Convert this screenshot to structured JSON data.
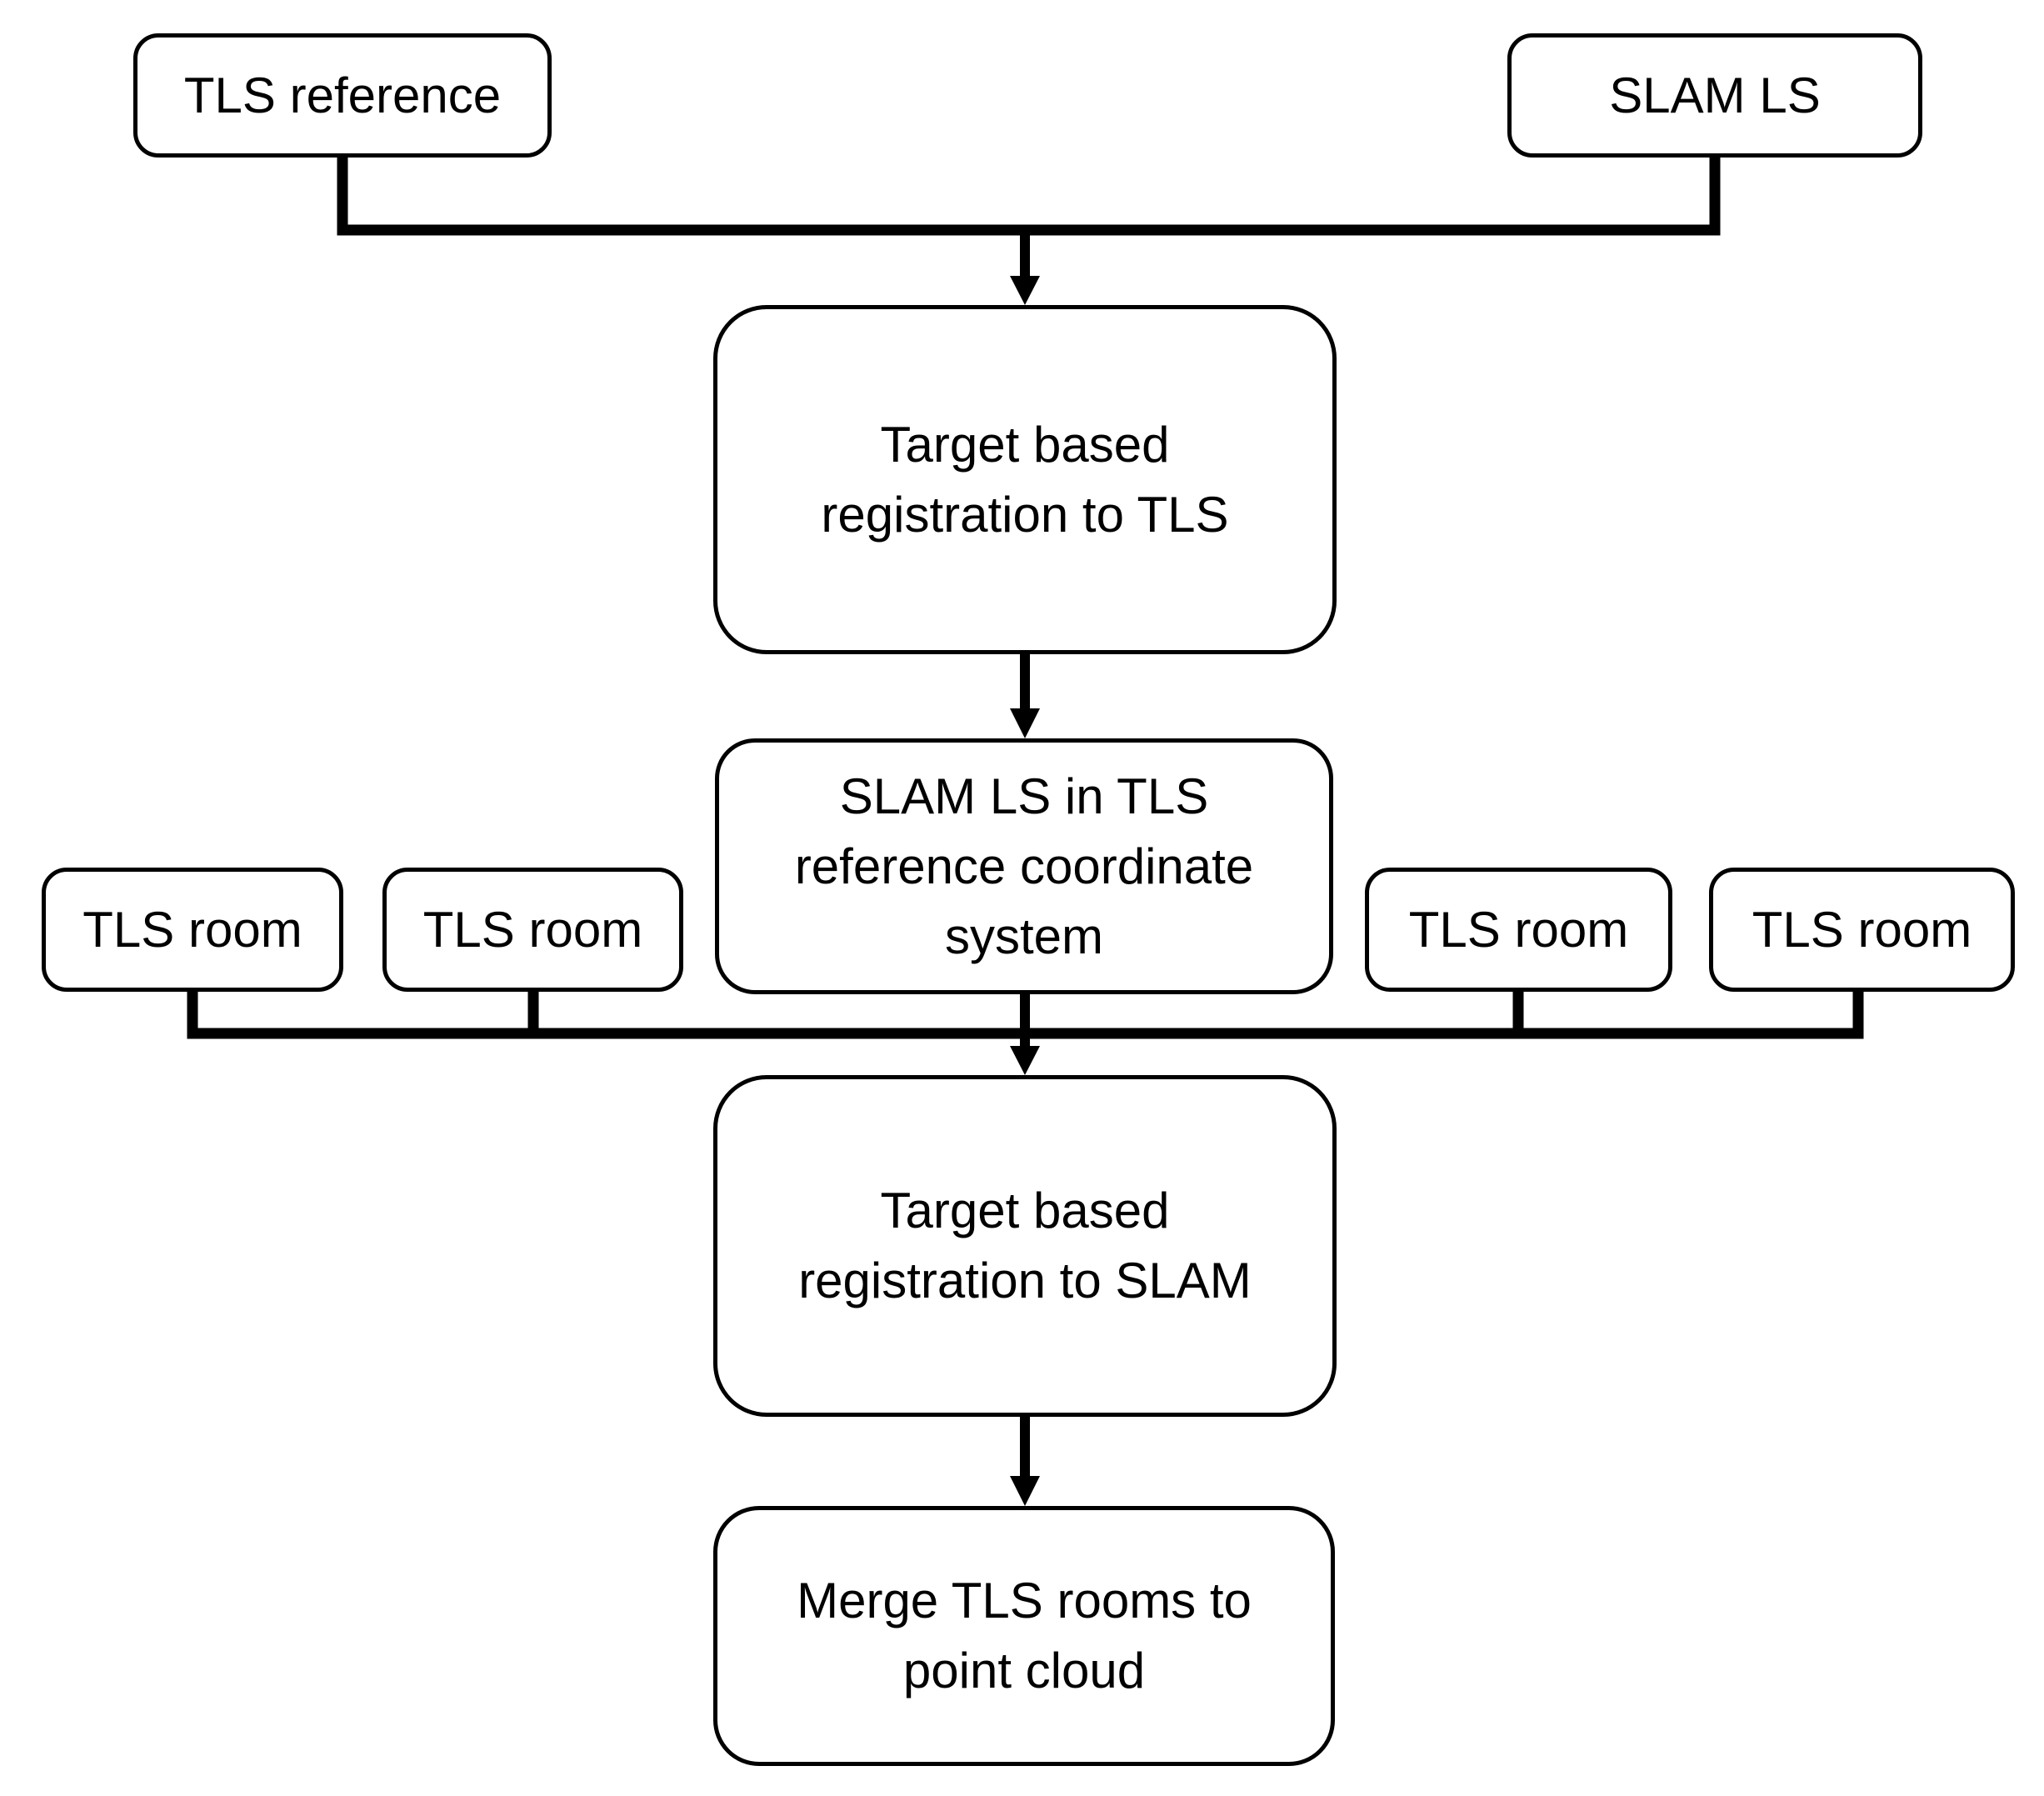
{
  "colors": {
    "background": "#ffffff",
    "node_fill": "#ffffff",
    "line": "#000000",
    "text": "#000000"
  },
  "nodes": {
    "tls_reference": {
      "label": "TLS reference"
    },
    "slam_ls": {
      "label": "SLAM LS"
    },
    "target_registration_tls": {
      "label": "Target based registration to TLS",
      "lines": [
        "Target based",
        "registration to TLS"
      ]
    },
    "slam_ls_in_tls_ref": {
      "label": "SLAM LS in TLS reference coordinate system",
      "lines": [
        "SLAM LS in TLS",
        "reference coordinate",
        "system"
      ]
    },
    "tls_room_1": {
      "label": "TLS room"
    },
    "tls_room_2": {
      "label": "TLS room"
    },
    "tls_room_3": {
      "label": "TLS room"
    },
    "tls_room_4": {
      "label": "TLS room"
    },
    "target_registration_slam": {
      "label": "Target based registration to SLAM",
      "lines": [
        "Target based",
        "registration to SLAM"
      ]
    },
    "merge_tls_rooms": {
      "label": "Merge TLS rooms to point cloud",
      "lines": [
        "Merge TLS rooms to",
        "point cloud"
      ]
    }
  },
  "edges": [
    {
      "from": "tls_reference",
      "to": "target_registration_tls"
    },
    {
      "from": "slam_ls",
      "to": "target_registration_tls"
    },
    {
      "from": "target_registration_tls",
      "to": "slam_ls_in_tls_ref"
    },
    {
      "from": "slam_ls_in_tls_ref",
      "to": "target_registration_slam"
    },
    {
      "from": "tls_room_1",
      "to": "target_registration_slam"
    },
    {
      "from": "tls_room_2",
      "to": "target_registration_slam"
    },
    {
      "from": "tls_room_3",
      "to": "target_registration_slam"
    },
    {
      "from": "tls_room_4",
      "to": "target_registration_slam"
    },
    {
      "from": "target_registration_slam",
      "to": "merge_tls_rooms"
    }
  ]
}
